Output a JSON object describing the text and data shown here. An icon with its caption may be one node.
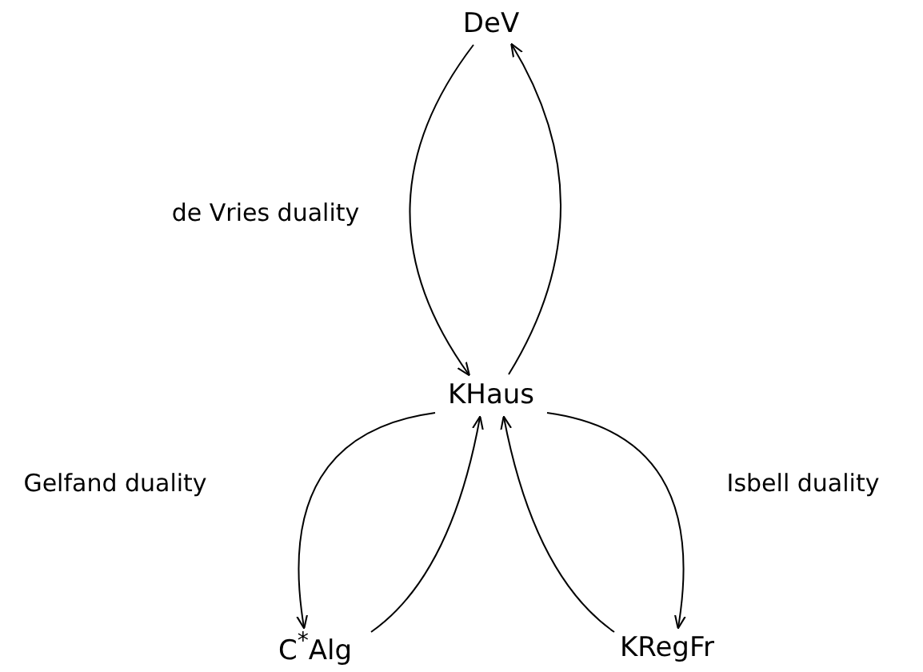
{
  "diagram": {
    "nodes": [
      {
        "text": [
          "DeV"
        ]
      },
      {
        "text": [
          "KHaus"
        ]
      },
      {
        "text": [
          "C$^{*}$Alg"
        ]
      },
      {
        "text": [
          "KRegFr"
        ]
      }
    ],
    "edges": [
      {
        "from": 0,
        "to": 1,
        "arrow": "to",
        "label": "de Vries duality"
      },
      {
        "from": 1,
        "to": 0,
        "arrow": "to"
      },
      {
        "from": 1,
        "to": 2,
        "arrow": "to",
        "label": "Gelfand duality"
      },
      {
        "from": 2,
        "to": 1,
        "arrow": "to"
      },
      {
        "from": 1,
        "to": 3,
        "arrow": "to",
        "label": "Isbell duality"
      },
      {
        "from": 3,
        "to": 1,
        "arrow": "to"
      }
    ]
  }
}
